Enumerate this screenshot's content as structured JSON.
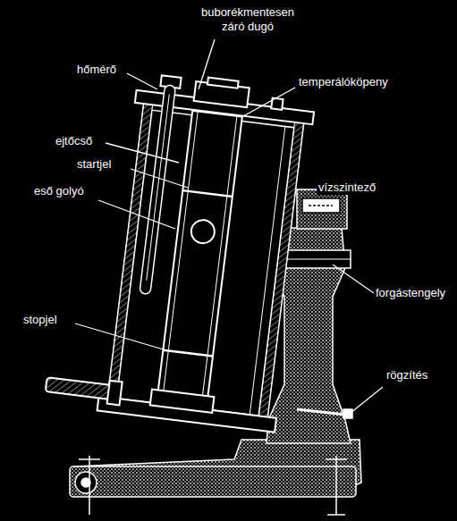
{
  "diagram": {
    "labels": [
      "buborékmentesen záró dugó",
      "hőmérő",
      "temperálóköpeny",
      "ejtőcső",
      "startjel",
      "eső golyó",
      "vízszintező",
      "forgástengely",
      "stopjel",
      "rögzítés"
    ]
  }
}
